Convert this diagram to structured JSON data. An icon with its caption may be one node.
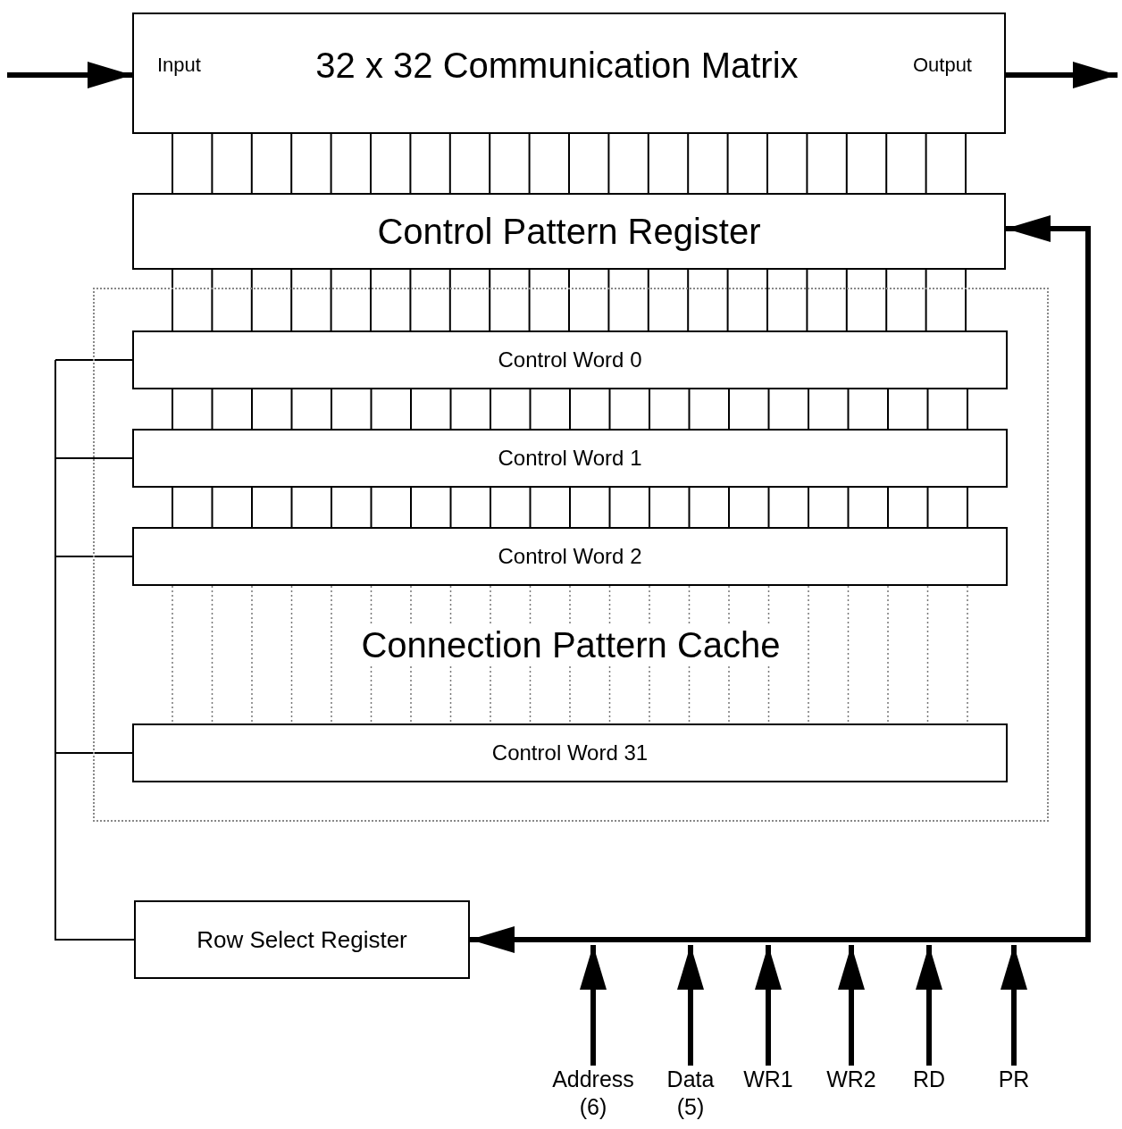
{
  "diagram": {
    "nodes": [
      {
        "text": [
          "Input",
          "32 x 32 Communication Matrix",
          "Output"
        ]
      },
      {
        "text": [
          "Control Pattern Register"
        ]
      },
      {
        "text": [
          "Connection Pattern Cache"
        ]
      },
      {
        "text": [
          "Control Word 0"
        ],
        "in": 2
      },
      {
        "text": [
          "Control Word 1"
        ],
        "in": 2
      },
      {
        "text": [
          "Control Word 2"
        ],
        "in": 2
      },
      {
        "text": [
          "Control Word 31"
        ],
        "in": 2
      },
      {
        "text": [
          "Row Select Register"
        ]
      },
      {
        "text": [
          "Address (6)"
        ]
      },
      {
        "text": [
          "Data (5)"
        ]
      },
      {
        "text": [
          "WR1"
        ]
      },
      {
        "text": [
          "WR2"
        ]
      },
      {
        "text": [
          "RD"
        ]
      },
      {
        "text": [
          "PR"
        ]
      }
    ],
    "edges": [
      {
        "from": null,
        "to": 0,
        "arrow": "to"
      },
      {
        "from": 0,
        "to": null,
        "arrow": "to"
      },
      {
        "from": 0,
        "to": 1,
        "arrow": "none"
      },
      {
        "from": 1,
        "to": 3,
        "arrow": "none"
      },
      {
        "from": 3,
        "to": 4,
        "arrow": "none"
      },
      {
        "from": 4,
        "to": 5,
        "arrow": "none"
      },
      {
        "from": 5,
        "to": 6,
        "arrow": "none",
        "style": "dashed",
        "color": "#777777"
      },
      {
        "from": 7,
        "to": 3,
        "arrow": "none"
      },
      {
        "from": 7,
        "to": 4,
        "arrow": "none"
      },
      {
        "from": 7,
        "to": 5,
        "arrow": "none"
      },
      {
        "from": 7,
        "to": 6,
        "arrow": "none"
      },
      {
        "from": 8,
        "to": 7,
        "arrow": "to"
      },
      {
        "from": 9,
        "to": 7,
        "arrow": "to"
      },
      {
        "from": 10,
        "to": 7,
        "arrow": "to"
      },
      {
        "from": 11,
        "to": 7,
        "arrow": "to"
      },
      {
        "from": 12,
        "to": 7,
        "arrow": "to"
      },
      {
        "from": 13,
        "to": 7,
        "arrow": "to"
      },
      {
        "from": 8,
        "to": 1,
        "arrow": "to"
      },
      {
        "from": 9,
        "to": 1,
        "arrow": "to"
      },
      {
        "from": 10,
        "to": 1,
        "arrow": "to"
      },
      {
        "from": 11,
        "to": 1,
        "arrow": "to"
      },
      {
        "from": 12,
        "to": 1,
        "arrow": "to"
      },
      {
        "from": 13,
        "to": 1,
        "arrow": "to"
      }
    ]
  }
}
